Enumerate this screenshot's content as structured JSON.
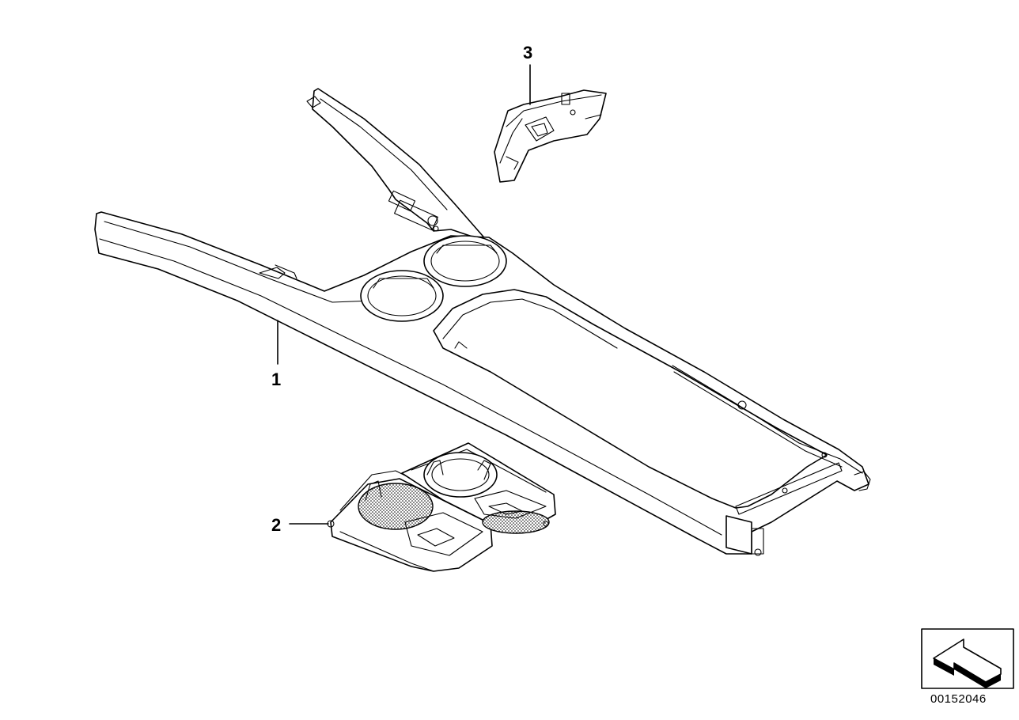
{
  "callouts": [
    {
      "id": "1",
      "label": "1"
    },
    {
      "id": "2",
      "label": "2"
    },
    {
      "id": "3",
      "label": "3"
    }
  ],
  "document_number": "00152046",
  "icons": {
    "orientation": "direction-arrow-icon"
  }
}
